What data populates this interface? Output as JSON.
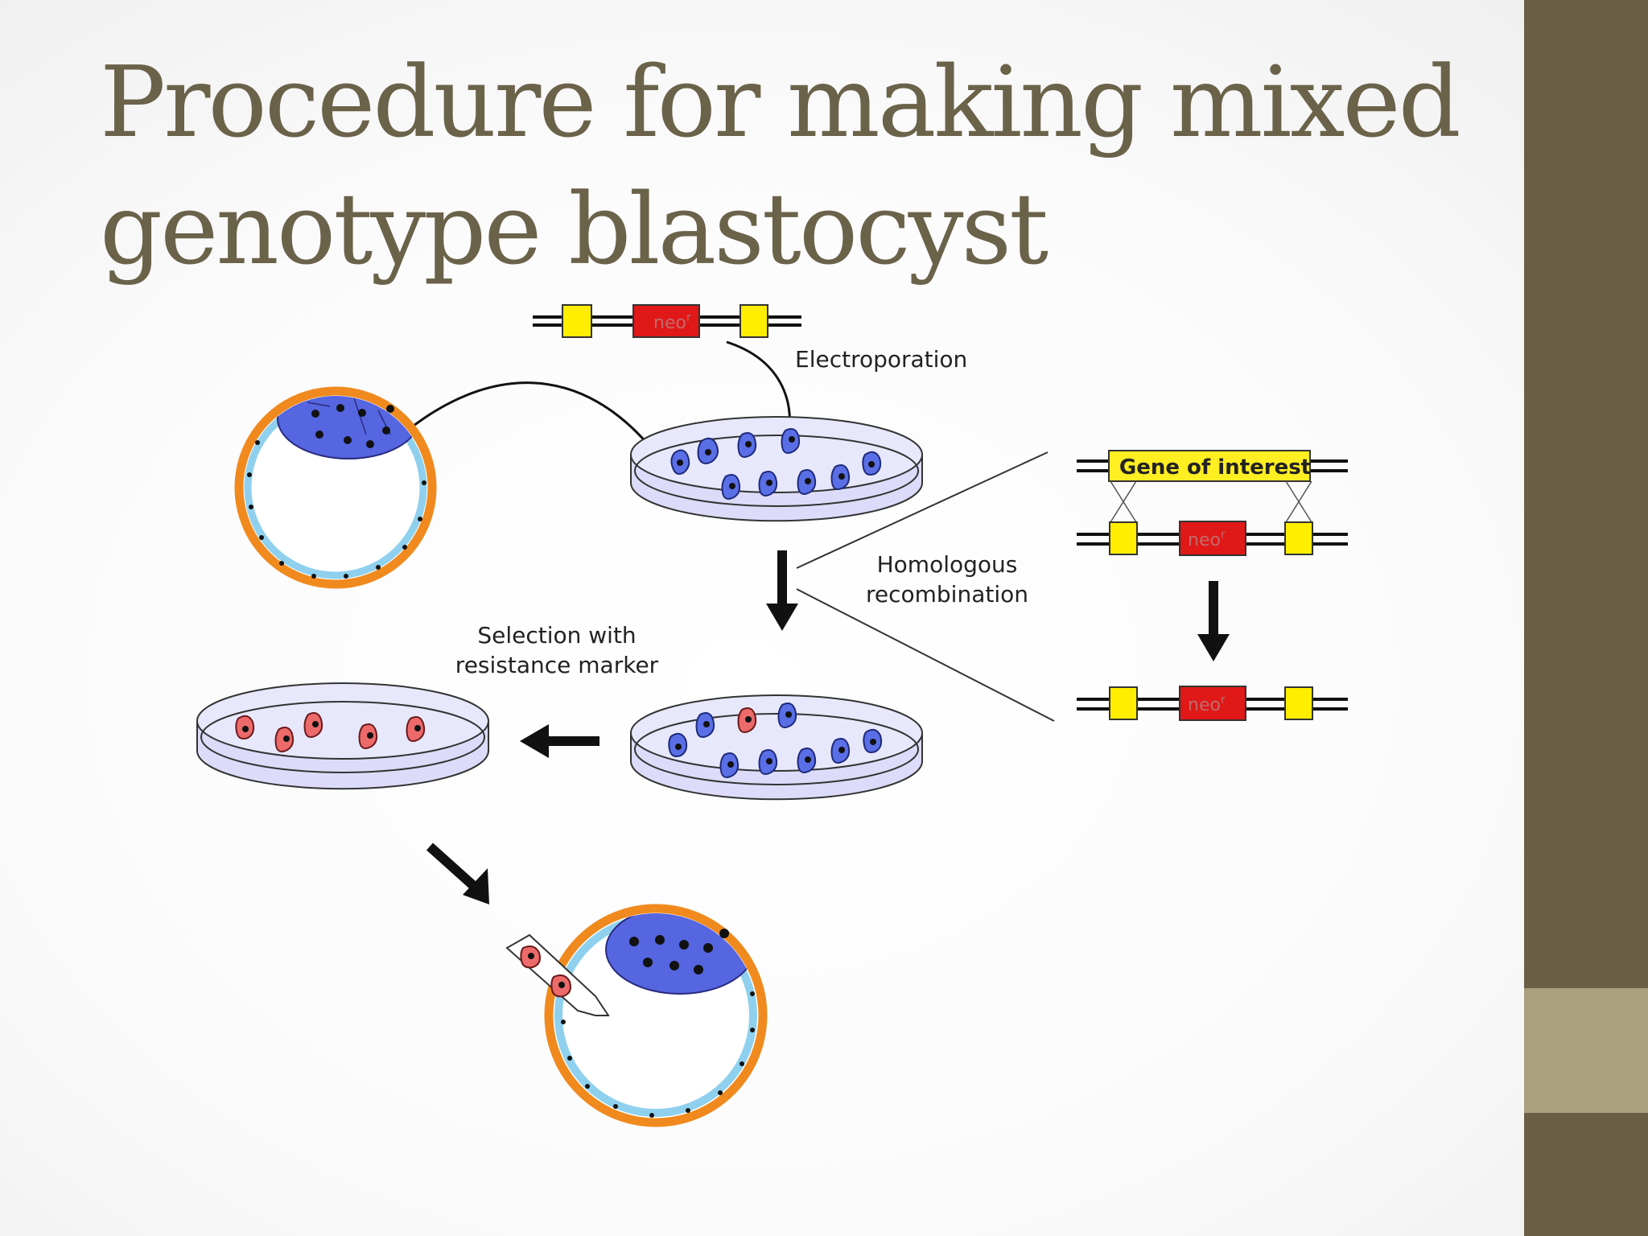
{
  "slide": {
    "title_line1": "Procedure for making mixed",
    "title_line2": "genotype blastocyst"
  },
  "diagram": {
    "neo_label": "neo",
    "neo_superscript": "r",
    "electroporation_label": "Electroporation",
    "gene_label": "Gene of interest",
    "homologous_line1": "Homologous",
    "homologous_line2": "recombination",
    "selection_line1": "Selection with",
    "selection_line2": "resistance marker"
  },
  "colors": {
    "title": "#6b624a",
    "sidebar_dark": "#6a5e45",
    "sidebar_light": "#a9a17e",
    "trophoblast_ring": "#f08a1e",
    "inner_cell_mass": "#5566e0",
    "es_cell_blue": "#5a6fe6",
    "es_cell_red": "#ec6a6a",
    "dish_fill": "#dcdcfa",
    "neo_box": "#e01818",
    "flank_box": "#ffee00",
    "gene_box": "#ffee22"
  }
}
